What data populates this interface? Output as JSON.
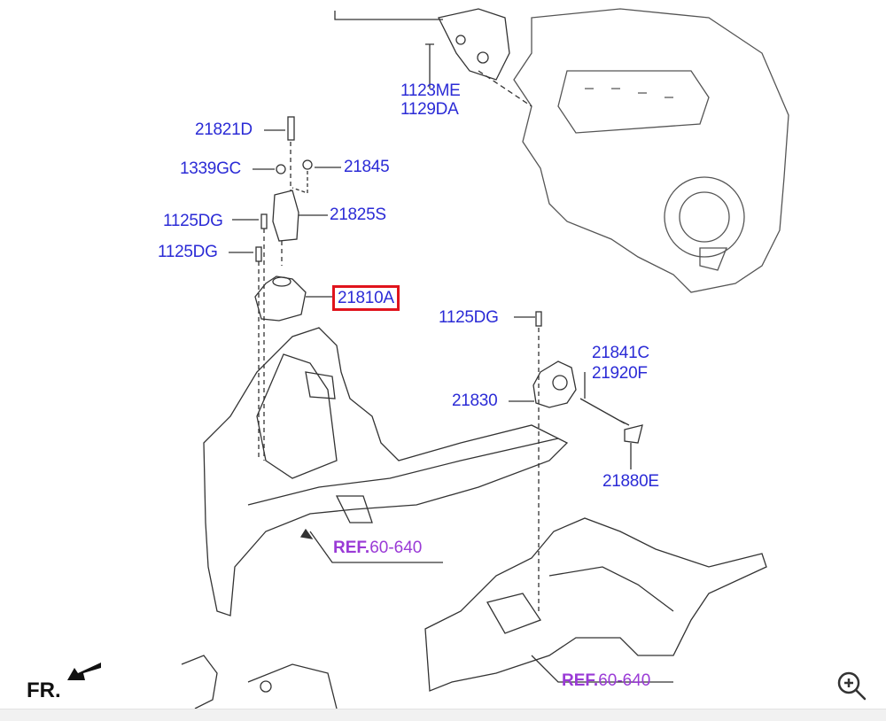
{
  "labels": {
    "p1123ME": "1123ME",
    "p1129DA": "1129DA",
    "p21821D": "21821D",
    "p1339GC": "1339GC",
    "p21845": "21845",
    "p21825S": "21825S",
    "p1125DG_a": "1125DG",
    "p1125DG_b": "1125DG",
    "p21810A": "21810A",
    "p1125DG_c": "1125DG",
    "p21841C": "21841C",
    "p21920F": "21920F",
    "p21830": "21830",
    "p21880E": "21880E"
  },
  "refs": [
    {
      "prefix": "REF.",
      "number": "60-640"
    },
    {
      "prefix": "REF.",
      "number": "60-640"
    }
  ],
  "direction_label": "FR.",
  "colors": {
    "label": "#2b2bd6",
    "ref": "#9a3ad6",
    "highlight": "#e0141c"
  },
  "icons": {
    "zoom": "zoom-in-icon",
    "direction": "arrow-icon"
  }
}
